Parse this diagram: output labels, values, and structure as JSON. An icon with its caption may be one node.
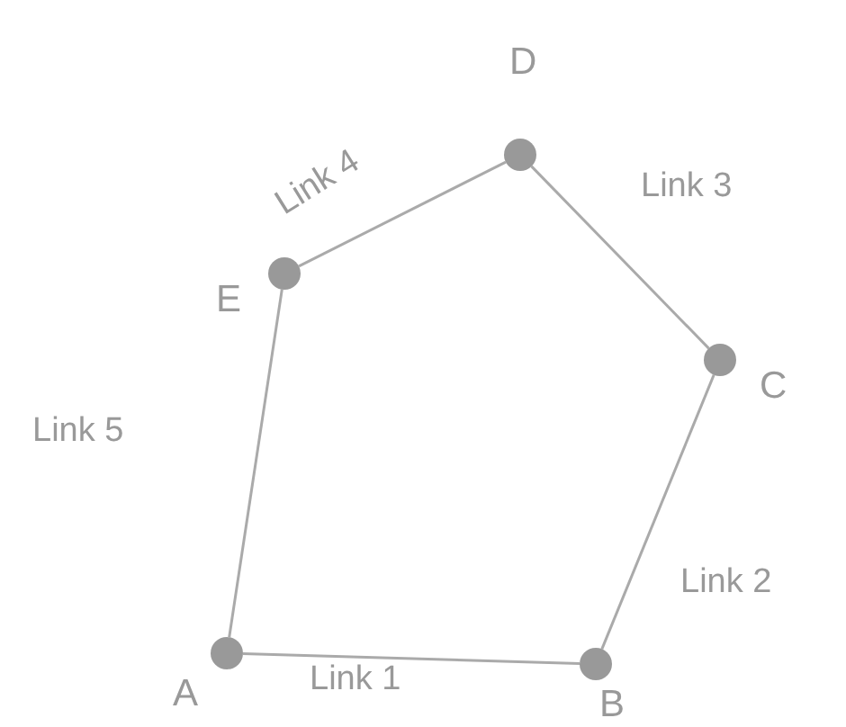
{
  "diagram": {
    "nodes": [
      {
        "text": [
          "A"
        ]
      },
      {
        "text": [
          "B"
        ]
      },
      {
        "text": [
          "C"
        ]
      },
      {
        "text": [
          "D"
        ]
      },
      {
        "text": [
          "E"
        ]
      }
    ],
    "edges": [
      {
        "from": 0,
        "to": 1,
        "arrow": "none",
        "label": "Link 1"
      },
      {
        "from": 1,
        "to": 2,
        "arrow": "none",
        "label": "Link 2"
      },
      {
        "from": 2,
        "to": 3,
        "arrow": "none",
        "label": "Link 3"
      },
      {
        "from": 3,
        "to": 4,
        "arrow": "none",
        "label": "Link 4"
      },
      {
        "from": 4,
        "to": 0,
        "arrow": "none",
        "label": "Link 5"
      }
    ]
  }
}
